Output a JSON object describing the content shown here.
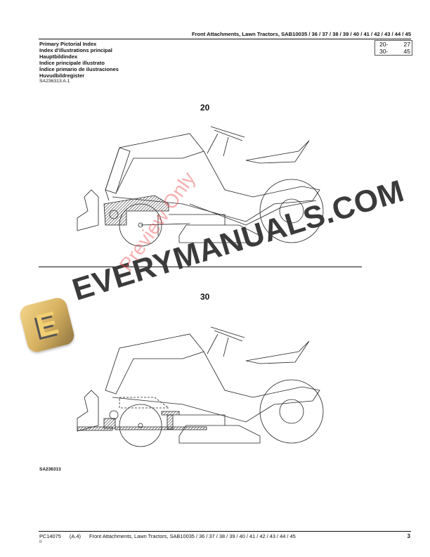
{
  "header": {
    "title": "Front Attachments, Lawn Tractors, SAB10035 / 36 / 37 / 38 / 39 / 40 / 41 / 42 / 43 / 44 / 45"
  },
  "index": {
    "titles": [
      "Primary Pictorial Index",
      "Index d'illustrations principal",
      "Hauptbildindex",
      "Indice principale illustrato",
      "Índice primario de ilustraciones",
      "Huvudbildregister"
    ],
    "code": "SA236313 A.1"
  },
  "ranges": [
    {
      "start": "20-",
      "end": "27"
    },
    {
      "start": "30-",
      "end": "45"
    }
  ],
  "figures": [
    {
      "label": "20",
      "icon": "lawn-tractor-with-front-hitch-hatched"
    },
    {
      "label": "30",
      "icon": "lawn-tractor-with-front-hitch-drive-hatched"
    }
  ],
  "illustration_code": "SA236313",
  "watermark": {
    "logo_letter": "E",
    "brand": "EVERYMANUALS.COM",
    "overlay": "Preview Only",
    "logo_color": "#d8b262",
    "brand_color": "#3b3b3b",
    "overlay_color": "#eb5050"
  },
  "footer": {
    "doc_code": "PC14075",
    "revision": "(A.4)",
    "title": "Front Attachments, Lawn Tractors, SAB10035 / 36 / 37 / 38 / 39 / 40 / 41 / 42 / 43 / 44 / 45",
    "page_number": "3",
    "sub": "II"
  }
}
